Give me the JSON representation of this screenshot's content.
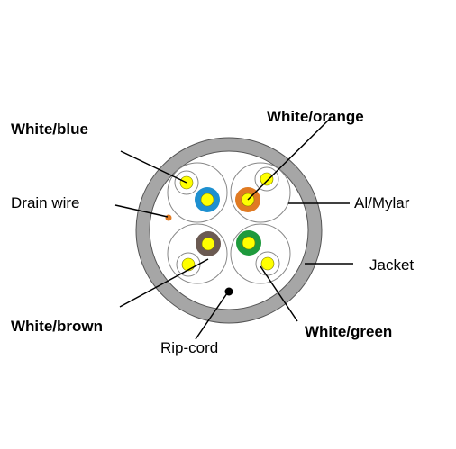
{
  "labels": {
    "white_blue": "White/blue",
    "white_orange": "White/orange",
    "drain_wire": "Drain wire",
    "al_mylar": "Al/Mylar",
    "jacket": "Jacket",
    "white_brown": "White/brown",
    "white_green": "White/green",
    "rip_cord": "Rip-cord"
  },
  "colors": {
    "jacket": "#a6a6a6",
    "white_wire": "#ffffff",
    "conductor": "#ffff00",
    "blue": "#1e90d0",
    "orange": "#e07a22",
    "brown": "#6b5a52",
    "green": "#1e9a3c",
    "drain": "#e07a22",
    "ripcord": "#000000"
  }
}
